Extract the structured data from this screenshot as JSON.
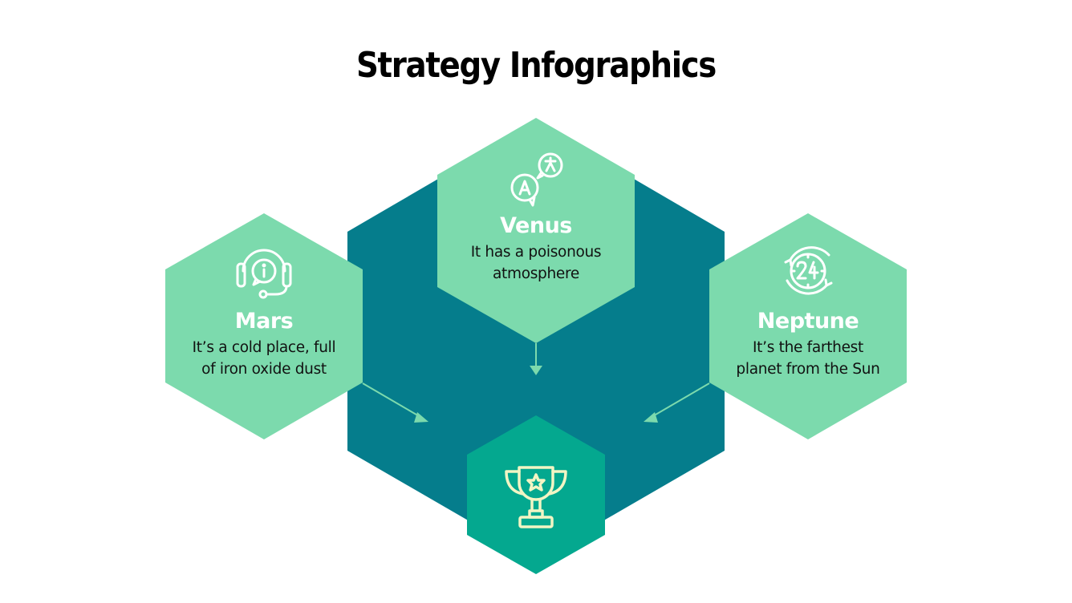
{
  "title": "Strategy Infographics",
  "colors": {
    "background": "#ffffff",
    "big_hexagon": "#057d8c",
    "light_hexagon": "#7cdaad",
    "center_hexagon": "#04a88f",
    "trophy_icon": "#f2f5c4",
    "arrow": "#7cdaad",
    "title_text": "#000000",
    "name_text": "#ffffff",
    "desc_text": "#111111"
  },
  "items": [
    {
      "id": "venus",
      "name": "Venus",
      "description_line1": "It has a poisonous",
      "description_line2": "atmosphere",
      "icon": "translate-chat-icon"
    },
    {
      "id": "mars",
      "name": "Mars",
      "description_line1": "It’s a cold place, full",
      "description_line2": "of iron oxide dust",
      "icon": "headset-info-icon"
    },
    {
      "id": "neptune",
      "name": "Neptune",
      "description_line1": "It’s the farthest",
      "description_line2": "planet from the Sun",
      "icon": "24-hours-icon"
    }
  ],
  "center": {
    "icon": "trophy-star-icon"
  }
}
